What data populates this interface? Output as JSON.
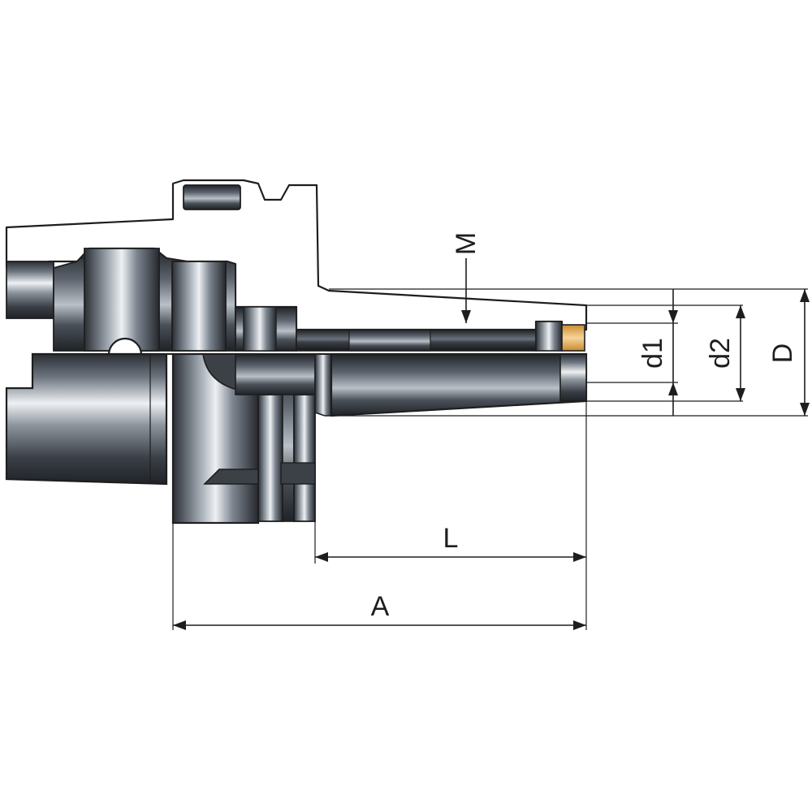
{
  "dimensions": {
    "M": "M",
    "d1": "d1",
    "d2": "d2",
    "D": "D",
    "L": "L",
    "A": "A"
  },
  "colors": {
    "section_fill": "#dfe8f4",
    "hatch": "#1e1e1e",
    "steel_dark": "#2b2f35",
    "steel_mid": "#7d8590",
    "steel_light": "#e9edf1",
    "insert": "#e0a545"
  }
}
